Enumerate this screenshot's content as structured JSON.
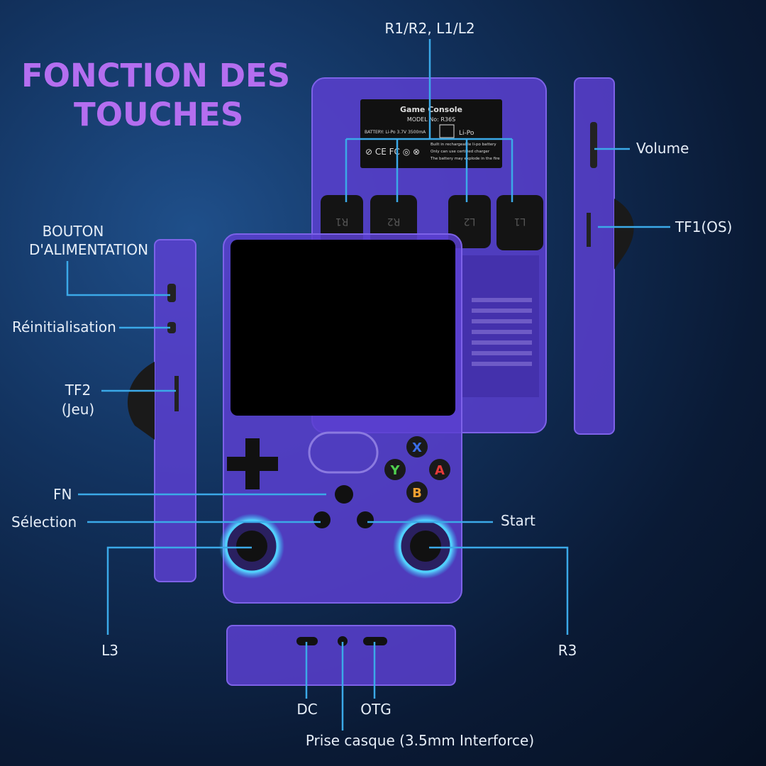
{
  "title": {
    "line1": "FONCTION DES",
    "line2": "TOUCHES"
  },
  "sticker": {
    "name": "Game Console",
    "model": "MODEL No: R36S",
    "battery": "BATTERY: Li-Po 3.7V 3500mA",
    "type": "Li-Po",
    "warning1": "Built in rechargeable li-po battery",
    "warning2": "Only can use certified charger",
    "warning3": "The battery may explode in the fire"
  },
  "shoulder_buttons": [
    "R1",
    "R2",
    "L2",
    "L1"
  ],
  "face_buttons": {
    "x": "X",
    "y": "Y",
    "a": "A",
    "b": "B"
  },
  "labels": {
    "shoulders": "R1/R2, L1/L2",
    "volume": "Volume",
    "tf1": "TF1(OS)",
    "power_line1": "BOUTON",
    "power_line2": "D'ALIMENTATION",
    "reset": "Réinitialisation",
    "tf2_line1": "TF2",
    "tf2_line2": "(Jeu)",
    "fn": "FN",
    "select": "Sélection",
    "start": "Start",
    "l3": "L3",
    "r3": "R3",
    "dc": "DC",
    "otg": "OTG",
    "headphone": "Prise casque (3.5mm Interforce)"
  },
  "colors": {
    "title": "#b46ef0",
    "callout": "#3ba9e8",
    "shell": "#5b3fd0"
  }
}
